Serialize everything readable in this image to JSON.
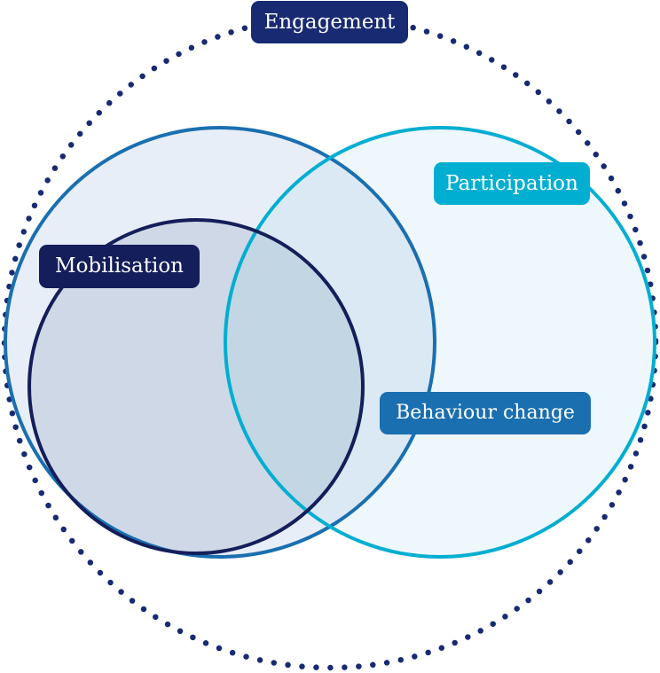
{
  "diagram": {
    "engagement": {
      "label": "Engagement"
    },
    "participation": {
      "label": "Participation"
    },
    "mobilisation": {
      "label": "Mobilisation"
    },
    "behaviour_change": {
      "label": "Behaviour change"
    }
  },
  "colors": {
    "engagement": "#172a72",
    "participation": "#00aed1",
    "mobilisation": "#141e5a",
    "behaviour_change": "#1a6fb0",
    "engagement_dots": "#172a72",
    "left_circle_stroke": "#1a6fb0",
    "left_circle_fill": "#e8eef7",
    "right_circle_stroke": "#00aed1",
    "right_circle_fill": "#eef7fc",
    "inner_circle_stroke": "#141e5a",
    "inner_circle_fill": "#cfd8e6"
  }
}
